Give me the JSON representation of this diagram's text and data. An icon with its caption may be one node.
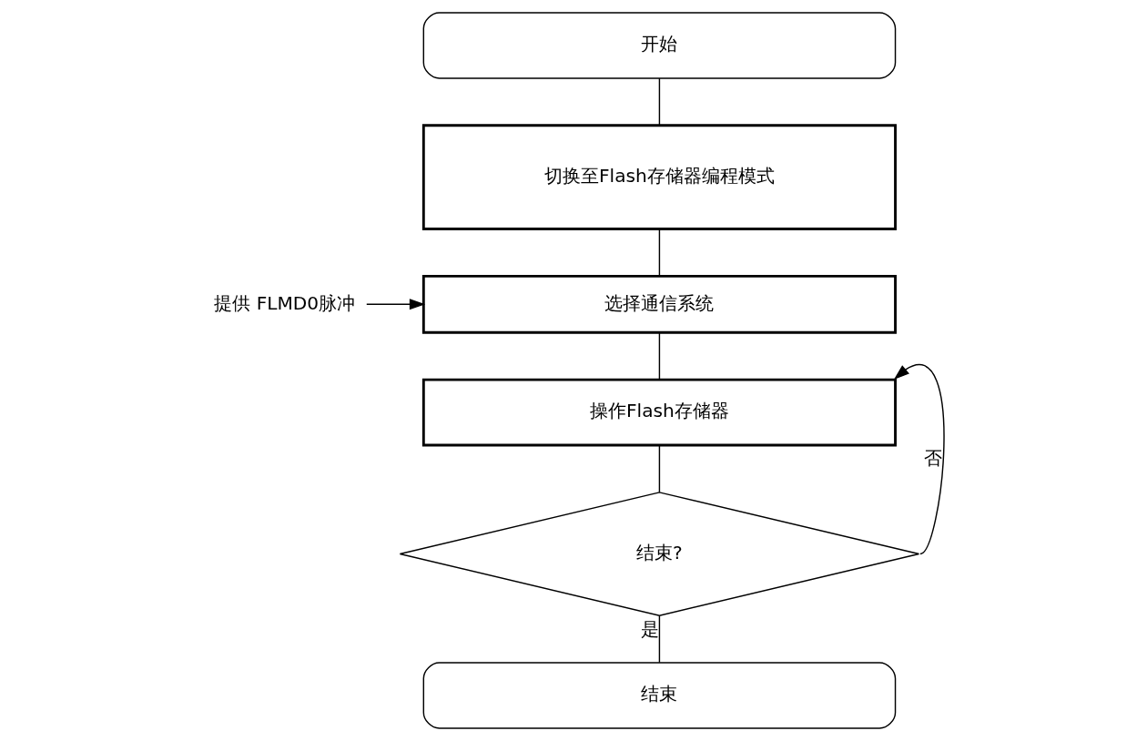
{
  "diagram": {
    "nodes": [
      {
        "text": [
          "开始"
        ]
      },
      {
        "text": [
          "切换至Flash存储器编程模式"
        ]
      },
      {
        "text": [
          "提供 FLMD0脉冲"
        ]
      },
      {
        "text": [
          "选择通信系统"
        ]
      },
      {
        "text": [
          "操作Flash存储器"
        ]
      },
      {
        "text": [
          "结束?"
        ]
      },
      {
        "text": [
          "结束"
        ]
      }
    ],
    "edges": [
      {
        "from": 0,
        "to": 1,
        "arrow": "none"
      },
      {
        "from": 1,
        "to": 3,
        "arrow": "none"
      },
      {
        "from": 2,
        "to": 3,
        "arrow": "to"
      },
      {
        "from": 3,
        "to": 4,
        "arrow": "none"
      },
      {
        "from": 4,
        "to": 5,
        "arrow": "none"
      },
      {
        "from": 5,
        "to": 4,
        "arrow": "to",
        "label": "否"
      },
      {
        "from": 5,
        "to": 6,
        "arrow": "none",
        "label": "是"
      }
    ]
  }
}
